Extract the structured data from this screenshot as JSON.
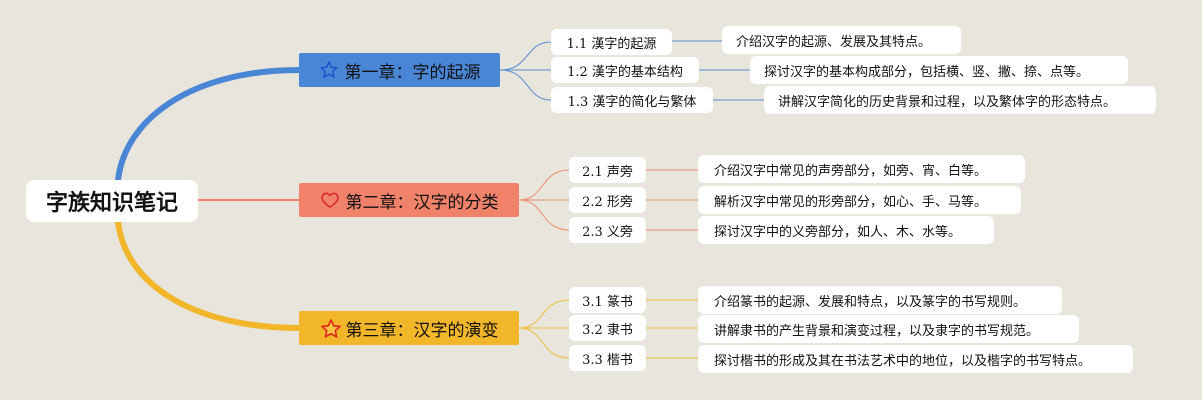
{
  "root": {
    "title": "字族知识笔记"
  },
  "colors": {
    "ch1": "#4a86d6",
    "ch2": "#f0826a",
    "ch3": "#f2b62a",
    "line1": "#5b8fd8",
    "line2": "#f08b70",
    "line3": "#f1bd3a"
  },
  "chapters": [
    {
      "label": "第一章：字的起源",
      "icon": "star-outline-icon",
      "subs": [
        {
          "label": "1.1 漢字的起源",
          "desc": "介绍汉字的起源、发展及其特点。"
        },
        {
          "label": "1.2 漢字的基本结构",
          "desc": "探讨汉字的基本构成部分，包括横、竖、撇、捺、点等。"
        },
        {
          "label": "1.3 漢字的简化与繁体",
          "desc": "讲解汉字简化的历史背景和过程，以及繁体字的形态特点。"
        }
      ]
    },
    {
      "label": "第二章：汉字的分类",
      "icon": "heart-outline-icon",
      "subs": [
        {
          "label": "2.1 声旁",
          "desc": "介绍汉字中常见的声旁部分，如旁、宵、白等。"
        },
        {
          "label": "2.2 形旁",
          "desc": "解析汉字中常见的形旁部分，如心、手、马等。"
        },
        {
          "label": "2.3 义旁",
          "desc": "探讨汉字中的义旁部分，如人、木、水等。"
        }
      ]
    },
    {
      "label": "第三章：汉字的演变",
      "icon": "star-filled-icon",
      "subs": [
        {
          "label": "3.1 篆书",
          "desc": "介绍篆书的起源、发展和特点，以及篆字的书写规则。"
        },
        {
          "label": "3.2 隶书",
          "desc": "讲解隶书的产生背景和演变过程，以及隶字的书写规范。"
        },
        {
          "label": "3.3 楷书",
          "desc": "探讨楷书的形成及其在书法艺术中的地位，以及楷字的书写特点。"
        }
      ]
    }
  ]
}
